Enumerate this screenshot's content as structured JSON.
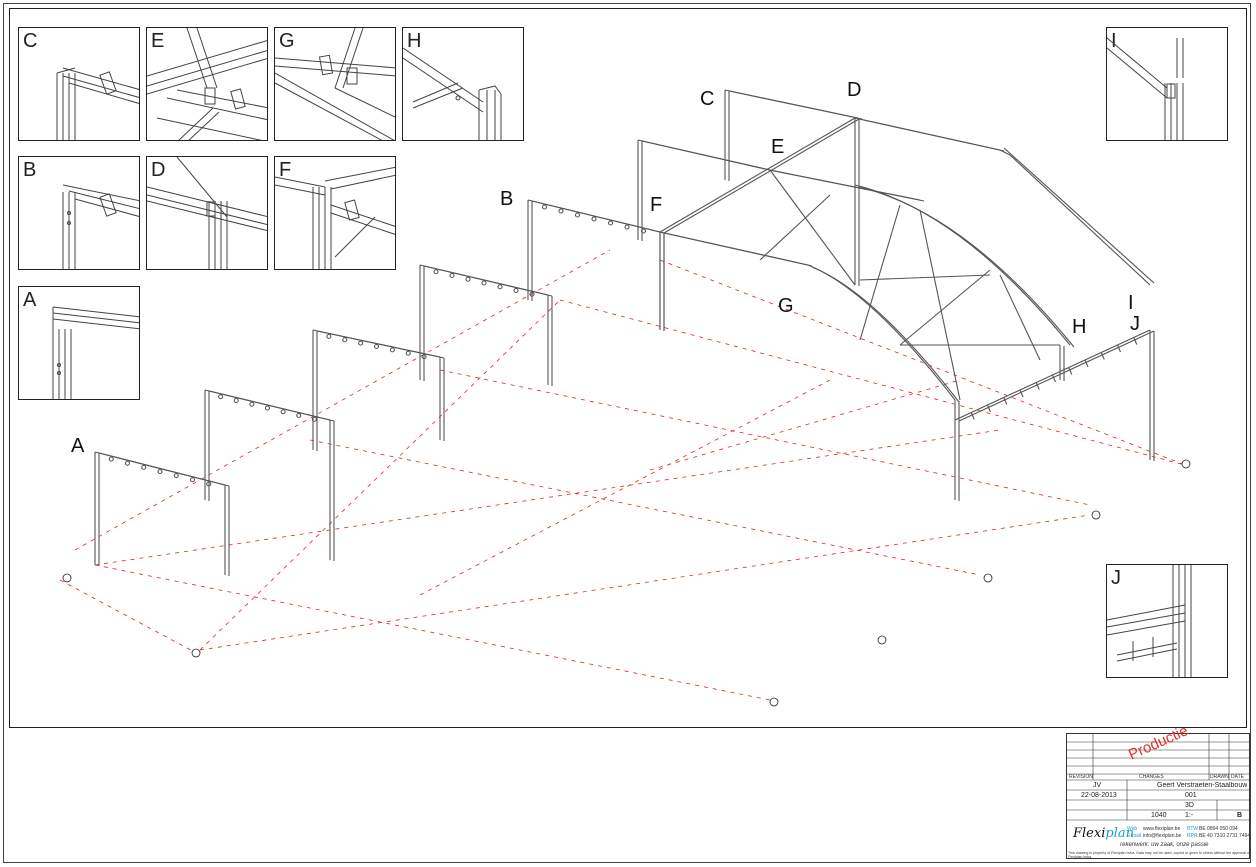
{
  "details": [
    {
      "id": "C",
      "label": "C"
    },
    {
      "id": "E",
      "label": "E"
    },
    {
      "id": "G",
      "label": "G"
    },
    {
      "id": "H",
      "label": "H"
    },
    {
      "id": "B",
      "label": "B"
    },
    {
      "id": "D",
      "label": "D"
    },
    {
      "id": "F",
      "label": "F"
    },
    {
      "id": "A",
      "label": "A"
    },
    {
      "id": "I",
      "label": "I"
    },
    {
      "id": "J",
      "label": "J"
    }
  ],
  "callouts": {
    "A": "A",
    "B": "B",
    "C": "C",
    "D": "D",
    "E": "E",
    "F": "F",
    "G": "G",
    "H": "H",
    "I": "I",
    "J": "J"
  },
  "colors": {
    "line": "#555555",
    "dim": "#e02a1a",
    "frame": "#222222"
  },
  "title_block": {
    "stamp": "Productie",
    "revision_header": "REVISION",
    "changes_header": "CHANGES",
    "drawn_header": "DRAWN",
    "date_header": "DATE",
    "drawn_by": "JV",
    "client": "Geert Verstraeten-Staalbouw",
    "date": "22-08-2013",
    "order": "001",
    "view": "3D",
    "number": "1040",
    "scale": "1:-",
    "sheet": "B",
    "logo_flexi": "Flexi",
    "logo_plan": "plan",
    "slogan": "Tekenwerk: uw zaak, onze passie",
    "web_label": "Web",
    "web": "www.flexiplan.be",
    "email_label": "E-mail",
    "email": "info@flexiplan.be",
    "btw_label": "BTW",
    "btw": "BE 0894 050 094",
    "rpr_label": "RPR",
    "rpr": "BE 40 7310 2731 7494",
    "legal": "This drawing is property of Flexiplan bvba. Data may not be used, copied or given to others without the approval of Flexiplan bvba."
  }
}
